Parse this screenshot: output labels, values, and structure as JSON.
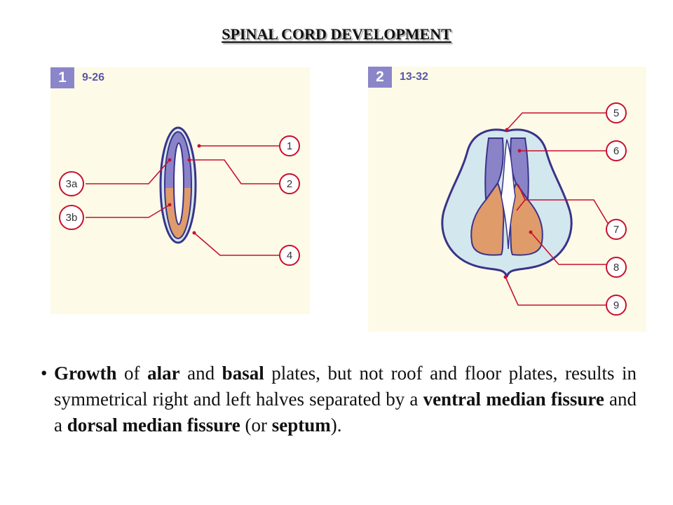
{
  "title": "SPINAL CORD DEVELOPMENT",
  "figure1": {
    "number": "1",
    "code": "9-26",
    "labels": [
      "1",
      "2",
      "3a",
      "3b",
      "4"
    ]
  },
  "figure2": {
    "number": "2",
    "code": "13-32",
    "labels": [
      "5",
      "6",
      "7",
      "8",
      "9"
    ]
  },
  "colors": {
    "panel_bg": "#fdfbe7",
    "badge": "#8b86c9",
    "outline": "#3a3389",
    "alar_plate": "#8b83c8",
    "basal_plate": "#e09b6b",
    "marginal_layer": "#d3e7ee",
    "leader_line": "#c8102e"
  },
  "bullet": {
    "symbol": "•",
    "segments": [
      {
        "text": "Growth",
        "bold": true
      },
      {
        "text": " of ",
        "bold": false
      },
      {
        "text": "alar",
        "bold": true
      },
      {
        "text": " and ",
        "bold": false
      },
      {
        "text": "basal",
        "bold": true
      },
      {
        "text": " plates, but not roof and floor plates, results in symmetrical right and left halves separated by a ",
        "bold": false
      },
      {
        "text": "ventral median fissure",
        "bold": true
      },
      {
        "text": " and a ",
        "bold": false
      },
      {
        "text": "dorsal median fissure",
        "bold": true
      },
      {
        "text": " (or ",
        "bold": false
      },
      {
        "text": "septum",
        "bold": true
      },
      {
        "text": ").",
        "bold": false
      }
    ]
  }
}
